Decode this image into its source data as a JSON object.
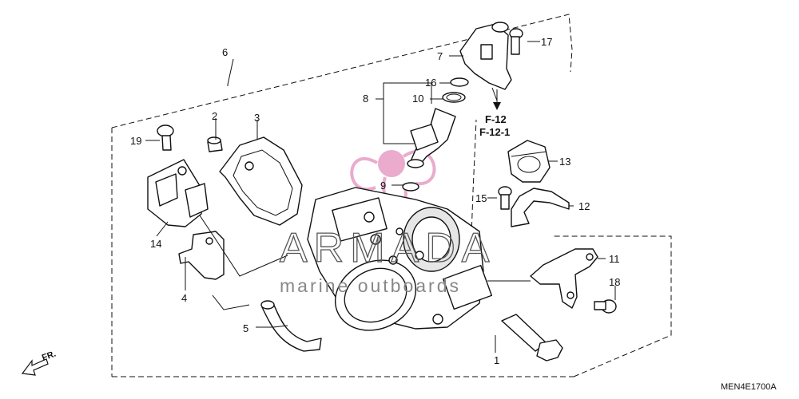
{
  "callouts": {
    "n1": "1",
    "n2": "2",
    "n3": "3",
    "n4": "4",
    "n5": "5",
    "n6": "6",
    "n7": "7",
    "n8": "8",
    "n9": "9",
    "n10": "10",
    "n11": "11",
    "n12": "12",
    "n13": "13",
    "n14": "14",
    "n15": "15",
    "n16": "16",
    "n17": "17",
    "n18": "18",
    "n19": "19"
  },
  "references": {
    "ref1": "F-12",
    "ref2": "F-12-1"
  },
  "direction_label": "FR.",
  "diagram_code": "MEN4E1700A",
  "watermark": {
    "brand": "ARMADA",
    "tagline": "marine outboards",
    "color": "#e8a3c8"
  }
}
